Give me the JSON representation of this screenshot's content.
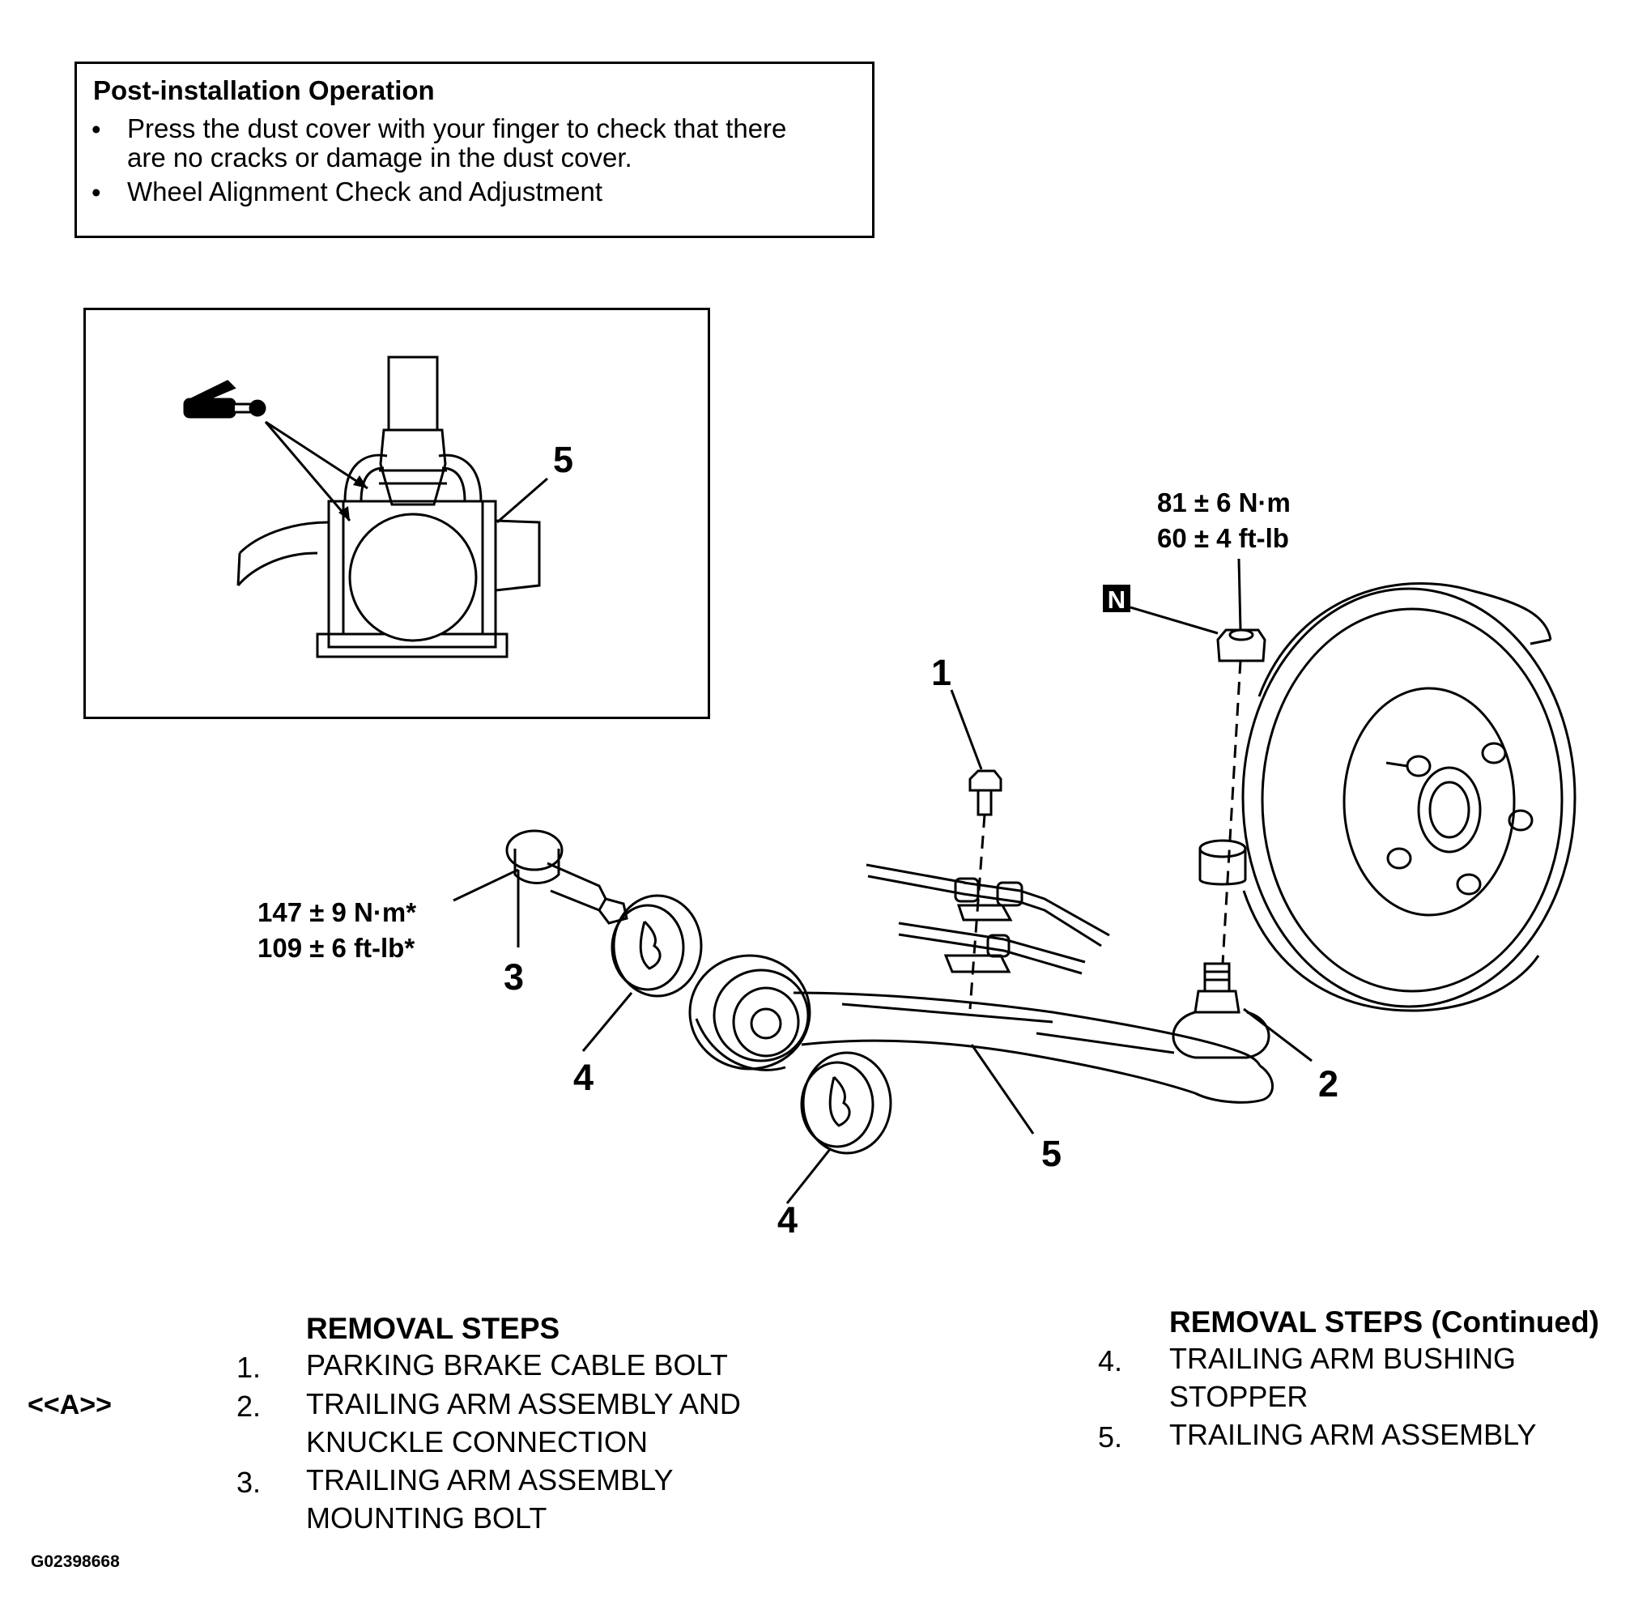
{
  "post_installation": {
    "title": "Post-installation Operation",
    "bullets": [
      {
        "line1": "Press the dust cover with your finger to check that there",
        "line2": "are no cracks or damage in the dust cover."
      },
      {
        "line1": "Wheel Alignment Check and Adjustment"
      }
    ],
    "bullet_glyph": "•"
  },
  "inset": {
    "label_5": "5"
  },
  "diagram": {
    "torque_nut_nm": "81 ± 6 N·m",
    "torque_nut_ftlb": "60 ± 4 ft-lb",
    "n_symbol": "N",
    "torque_bolt_nm": "147 ± 9 N·m*",
    "torque_bolt_ftlb": "109 ± 6 ft-lb*",
    "label_1": "1",
    "label_2": "2",
    "label_3": "3",
    "label_4a": "4",
    "label_4b": "4",
    "label_5": "5"
  },
  "removal_steps": {
    "heading": "REMOVAL STEPS",
    "heading_continued": "REMOVAL STEPS (Continued)",
    "ref_a": "<<A>>",
    "steps": [
      {
        "num": "1.",
        "line1": "PARKING BRAKE CABLE BOLT"
      },
      {
        "num": "2.",
        "line1": "TRAILING ARM ASSEMBLY AND",
        "line2": "KNUCKLE CONNECTION"
      },
      {
        "num": "3.",
        "line1": "TRAILING ARM ASSEMBLY",
        "line2": "MOUNTING BOLT"
      },
      {
        "num": "4.",
        "line1": "TRAILING ARM BUSHING",
        "line2": "STOPPER"
      },
      {
        "num": "5.",
        "line1": "TRAILING ARM ASSEMBLY"
      }
    ]
  },
  "figure_id": "G02398668",
  "colors": {
    "ink": "#000000",
    "paper": "#ffffff"
  }
}
